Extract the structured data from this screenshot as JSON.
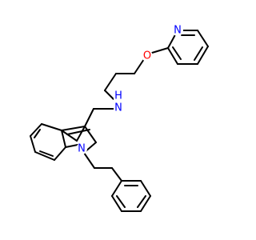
{
  "molecule": {
    "atoms": [
      {
        "id": "N_pyr",
        "symbol": "N",
        "color": "#0000ff"
      },
      {
        "id": "O_ether",
        "symbol": "O",
        "color": "#ff0000"
      },
      {
        "id": "N_amine",
        "symbol": "N",
        "color": "#0000ff"
      },
      {
        "id": "H_amine",
        "symbol": "H",
        "color": "#0000ff"
      },
      {
        "id": "N_indole",
        "symbol": "N",
        "color": "#0000ff"
      }
    ]
  }
}
